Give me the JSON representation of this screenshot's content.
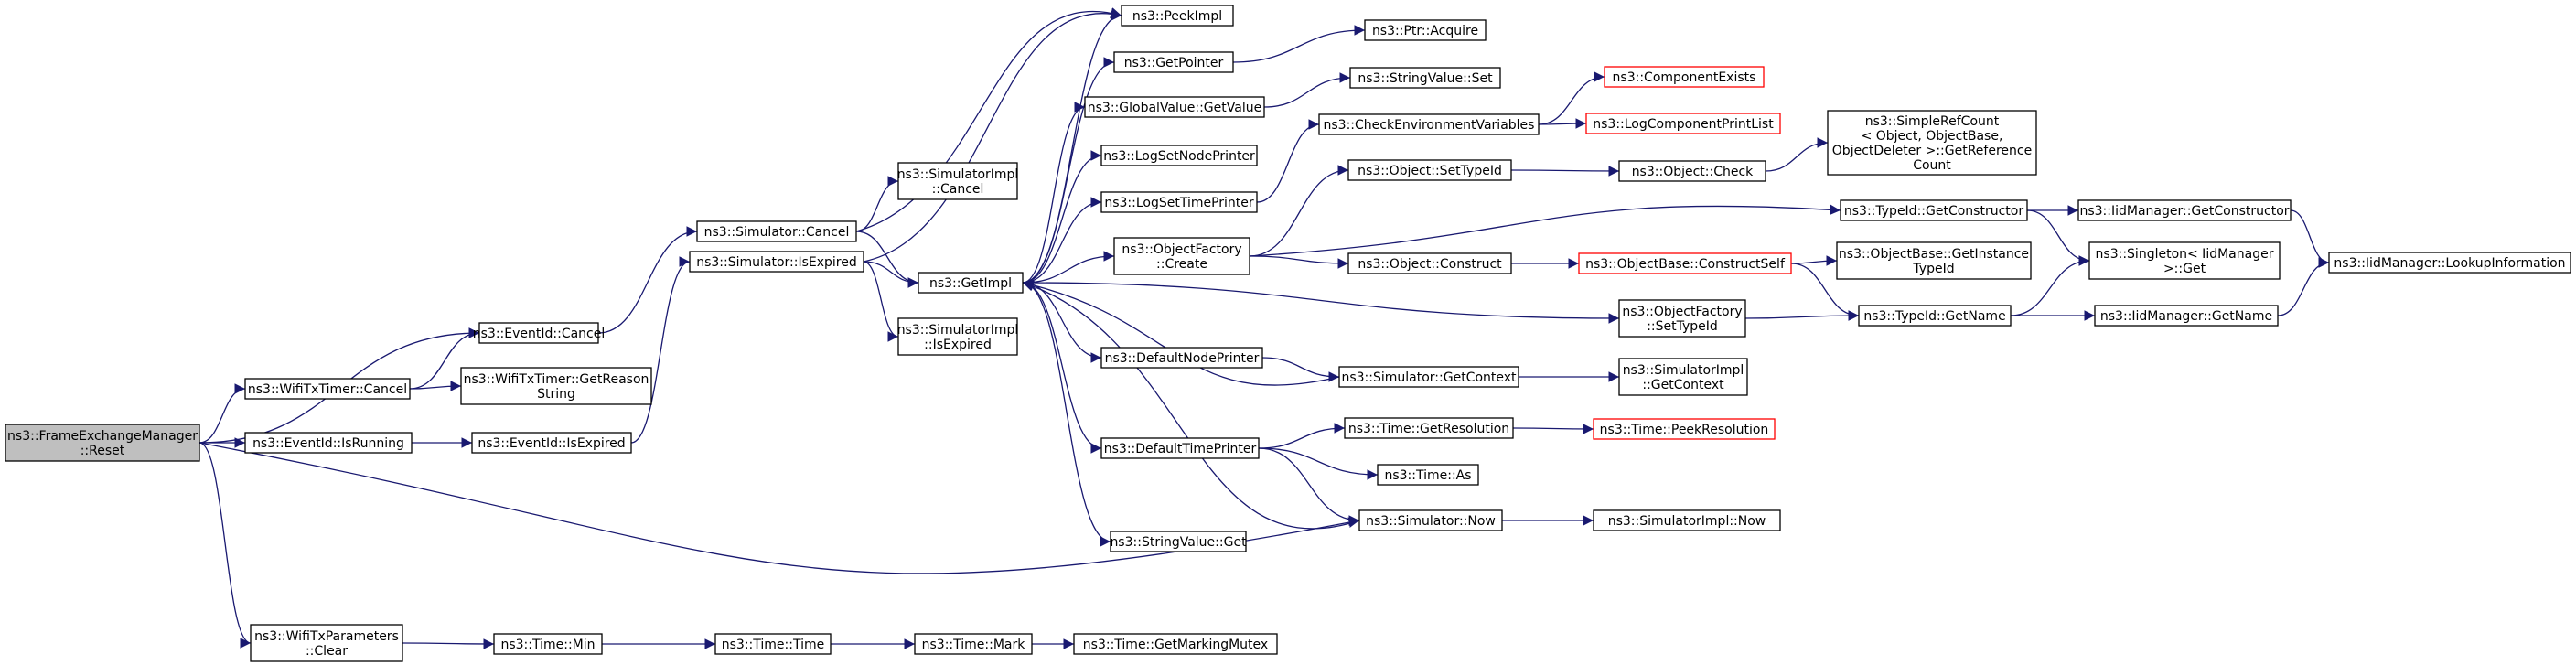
{
  "colors": {
    "edge": "#191970",
    "box_border": "#000000",
    "box_border_undocumented": "#ff0000",
    "root_fill": "#bfbfbf",
    "box_fill": "#ffffff"
  },
  "nodes": [
    {
      "id": "root",
      "lines": [
        "ns3::FrameExchangeManager",
        "::Reset"
      ],
      "style": "root"
    },
    {
      "id": "eventid_cancel",
      "lines": [
        "ns3::EventId::Cancel"
      ],
      "style": "normal"
    },
    {
      "id": "wifitxtimer_cancel",
      "lines": [
        "ns3::WifiTxTimer::Cancel"
      ],
      "style": "normal"
    },
    {
      "id": "eventid_isrunning",
      "lines": [
        "ns3::EventId::IsRunning"
      ],
      "style": "normal"
    },
    {
      "id": "wifitxparams_clear",
      "lines": [
        "ns3::WifiTxParameters",
        "::Clear"
      ],
      "style": "normal"
    },
    {
      "id": "simulator_cancel",
      "lines": [
        "ns3::Simulator::Cancel"
      ],
      "style": "normal"
    },
    {
      "id": "wifitxtimer_getreason",
      "lines": [
        "ns3::WifiTxTimer::GetReason",
        "String"
      ],
      "style": "normal"
    },
    {
      "id": "eventid_isexpired",
      "lines": [
        "ns3::EventId::IsExpired"
      ],
      "style": "normal"
    },
    {
      "id": "time_min",
      "lines": [
        "ns3::Time::Min"
      ],
      "style": "normal"
    },
    {
      "id": "simulator_isexpired",
      "lines": [
        "ns3::Simulator::IsExpired"
      ],
      "style": "normal"
    },
    {
      "id": "time_time",
      "lines": [
        "ns3::Time::Time"
      ],
      "style": "normal"
    },
    {
      "id": "simimpl_cancel",
      "lines": [
        "ns3::SimulatorImpl",
        "::Cancel"
      ],
      "style": "normal"
    },
    {
      "id": "getimpl",
      "lines": [
        "ns3::GetImpl"
      ],
      "style": "normal"
    },
    {
      "id": "simimpl_isexpired",
      "lines": [
        "ns3::SimulatorImpl",
        "::IsExpired"
      ],
      "style": "normal"
    },
    {
      "id": "time_mark",
      "lines": [
        "ns3::Time::Mark"
      ],
      "style": "normal"
    },
    {
      "id": "peekimpl",
      "lines": [
        "ns3::PeekImpl"
      ],
      "style": "normal"
    },
    {
      "id": "getpointer",
      "lines": [
        "ns3::GetPointer"
      ],
      "style": "normal"
    },
    {
      "id": "globalvalue_getvalue",
      "lines": [
        "ns3::GlobalValue::GetValue"
      ],
      "style": "normal"
    },
    {
      "id": "logsetnodeprinter",
      "lines": [
        "ns3::LogSetNodePrinter"
      ],
      "style": "normal"
    },
    {
      "id": "logsettimeprinter",
      "lines": [
        "ns3::LogSetTimePrinter"
      ],
      "style": "normal"
    },
    {
      "id": "objectfactory_create",
      "lines": [
        "ns3::ObjectFactory",
        "::Create"
      ],
      "style": "normal"
    },
    {
      "id": "defaultnodeprinter",
      "lines": [
        "ns3::DefaultNodePrinter"
      ],
      "style": "normal"
    },
    {
      "id": "defaulttimeprinter",
      "lines": [
        "ns3::DefaultTimePrinter"
      ],
      "style": "normal"
    },
    {
      "id": "stringvalue_get",
      "lines": [
        "ns3::StringValue::Get"
      ],
      "style": "normal"
    },
    {
      "id": "time_getmarkingmutex",
      "lines": [
        "ns3::Time::GetMarkingMutex"
      ],
      "style": "normal"
    },
    {
      "id": "ptr_acquire",
      "lines": [
        "ns3::Ptr::Acquire"
      ],
      "style": "normal"
    },
    {
      "id": "stringvalue_set",
      "lines": [
        "ns3::StringValue::Set"
      ],
      "style": "normal"
    },
    {
      "id": "checkenvvars",
      "lines": [
        "ns3::CheckEnvironmentVariables"
      ],
      "style": "normal"
    },
    {
      "id": "object_settypeid",
      "lines": [
        "ns3::Object::SetTypeId"
      ],
      "style": "normal"
    },
    {
      "id": "object_construct",
      "lines": [
        "ns3::Object::Construct"
      ],
      "style": "normal"
    },
    {
      "id": "simulator_getcontext",
      "lines": [
        "ns3::Simulator::GetContext"
      ],
      "style": "normal"
    },
    {
      "id": "time_getresolution",
      "lines": [
        "ns3::Time::GetResolution"
      ],
      "style": "normal"
    },
    {
      "id": "time_as",
      "lines": [
        "ns3::Time::As"
      ],
      "style": "normal"
    },
    {
      "id": "simulator_now",
      "lines": [
        "ns3::Simulator::Now"
      ],
      "style": "normal"
    },
    {
      "id": "componentexists",
      "lines": [
        "ns3::ComponentExists"
      ],
      "style": "undocumented"
    },
    {
      "id": "logcomponentprintlist",
      "lines": [
        "ns3::LogComponentPrintList"
      ],
      "style": "undocumented"
    },
    {
      "id": "object_check",
      "lines": [
        "ns3::Object::Check"
      ],
      "style": "normal"
    },
    {
      "id": "objectbase_constructself",
      "lines": [
        "ns3::ObjectBase::ConstructSelf"
      ],
      "style": "undocumented"
    },
    {
      "id": "objectfactory_settypeid",
      "lines": [
        "ns3::ObjectFactory",
        "::SetTypeId"
      ],
      "style": "normal"
    },
    {
      "id": "simimpl_getcontext",
      "lines": [
        "ns3::SimulatorImpl",
        "::GetContext"
      ],
      "style": "normal"
    },
    {
      "id": "time_peekresolution",
      "lines": [
        "ns3::Time::PeekResolution"
      ],
      "style": "undocumented"
    },
    {
      "id": "simimpl_now",
      "lines": [
        "ns3::SimulatorImpl::Now"
      ],
      "style": "normal"
    },
    {
      "id": "simplerefcount",
      "lines": [
        "ns3::SimpleRefCount",
        "< Object, ObjectBase,",
        "ObjectDeleter >::GetReference",
        "Count"
      ],
      "style": "normal"
    },
    {
      "id": "typeid_getconstructor",
      "lines": [
        "ns3::TypeId::GetConstructor"
      ],
      "style": "normal"
    },
    {
      "id": "objectbase_getinstancetypeid",
      "lines": [
        "ns3::ObjectBase::GetInstance",
        "TypeId"
      ],
      "style": "normal"
    },
    {
      "id": "typeid_getname",
      "lines": [
        "ns3::TypeId::GetName"
      ],
      "style": "normal"
    },
    {
      "id": "iidmanager_getconstructor",
      "lines": [
        "ns3::IidManager::GetConstructor"
      ],
      "style": "normal"
    },
    {
      "id": "singleton_get",
      "lines": [
        "ns3::Singleton< IidManager",
        " >::Get"
      ],
      "style": "normal"
    },
    {
      "id": "iidmanager_getname",
      "lines": [
        "ns3::IidManager::GetName"
      ],
      "style": "normal"
    },
    {
      "id": "iidmanager_lookupinfo",
      "lines": [
        "ns3::IidManager::LookupInformation"
      ],
      "style": "normal"
    }
  ],
  "edges": [
    [
      "root",
      "eventid_cancel"
    ],
    [
      "root",
      "wifitxtimer_cancel"
    ],
    [
      "root",
      "eventid_isrunning"
    ],
    [
      "root",
      "wifitxparams_clear"
    ],
    [
      "root",
      "simulator_now"
    ],
    [
      "eventid_cancel",
      "simulator_cancel"
    ],
    [
      "wifitxtimer_cancel",
      "eventid_cancel"
    ],
    [
      "wifitxtimer_cancel",
      "wifitxtimer_getreason"
    ],
    [
      "eventid_isrunning",
      "eventid_isexpired"
    ],
    [
      "eventid_isexpired",
      "simulator_isexpired"
    ],
    [
      "simulator_cancel",
      "simimpl_cancel"
    ],
    [
      "simulator_cancel",
      "getimpl"
    ],
    [
      "simulator_cancel",
      "peekimpl"
    ],
    [
      "simulator_isexpired",
      "getimpl"
    ],
    [
      "simulator_isexpired",
      "simimpl_isexpired"
    ],
    [
      "simulator_isexpired",
      "peekimpl"
    ],
    [
      "wifitxparams_clear",
      "time_min"
    ],
    [
      "time_min",
      "time_time"
    ],
    [
      "time_time",
      "time_mark"
    ],
    [
      "time_mark",
      "time_getmarkingmutex"
    ],
    [
      "getimpl",
      "peekimpl"
    ],
    [
      "getimpl",
      "getpointer"
    ],
    [
      "getimpl",
      "globalvalue_getvalue"
    ],
    [
      "getimpl",
      "logsetnodeprinter"
    ],
    [
      "getimpl",
      "logsettimeprinter"
    ],
    [
      "getimpl",
      "objectfactory_create"
    ],
    [
      "getimpl",
      "objectfactory_settypeid"
    ],
    [
      "getimpl",
      "defaultnodeprinter"
    ],
    [
      "getimpl",
      "defaulttimeprinter"
    ],
    [
      "getimpl",
      "stringvalue_get"
    ],
    [
      "getpointer",
      "ptr_acquire"
    ],
    [
      "globalvalue_getvalue",
      "stringvalue_set"
    ],
    [
      "logsettimeprinter",
      "checkenvvars"
    ],
    [
      "checkenvvars",
      "componentexists"
    ],
    [
      "checkenvvars",
      "logcomponentprintlist"
    ],
    [
      "objectfactory_create",
      "object_settypeid"
    ],
    [
      "objectfactory_create",
      "object_construct"
    ],
    [
      "objectfactory_create",
      "typeid_getconstructor"
    ],
    [
      "object_settypeid",
      "object_check"
    ],
    [
      "object_check",
      "simplerefcount"
    ],
    [
      "object_construct",
      "objectbase_constructself"
    ],
    [
      "objectbase_constructself",
      "objectbase_getinstancetypeid"
    ],
    [
      "objectbase_constructself",
      "typeid_getname"
    ],
    [
      "objectfactory_settypeid",
      "typeid_getname"
    ],
    [
      "typeid_getconstructor",
      "iidmanager_getconstructor"
    ],
    [
      "typeid_getconstructor",
      "singleton_get"
    ],
    [
      "typeid_getname",
      "singleton_get"
    ],
    [
      "typeid_getname",
      "iidmanager_getname"
    ],
    [
      "iidmanager_getconstructor",
      "iidmanager_lookupinfo"
    ],
    [
      "iidmanager_getname",
      "iidmanager_lookupinfo"
    ],
    [
      "defaultnodeprinter",
      "simulator_getcontext"
    ],
    [
      "simulator_getcontext",
      "getimpl"
    ],
    [
      "simulator_getcontext",
      "simimpl_getcontext"
    ],
    [
      "defaulttimeprinter",
      "time_getresolution"
    ],
    [
      "defaulttimeprinter",
      "time_as"
    ],
    [
      "defaulttimeprinter",
      "simulator_now"
    ],
    [
      "time_getresolution",
      "time_peekresolution"
    ],
    [
      "simulator_now",
      "getimpl"
    ],
    [
      "simulator_now",
      "simimpl_now"
    ]
  ]
}
